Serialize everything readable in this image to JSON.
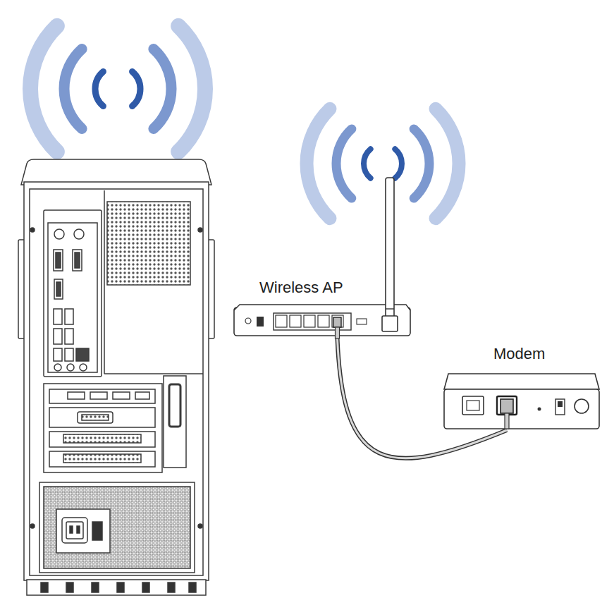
{
  "diagram": {
    "nodes": [
      {
        "text": [
          "Wireless AP"
        ]
      },
      {
        "text": [
          "Modem"
        ]
      }
    ],
    "edges": [
      {
        "from": 0,
        "to": 1,
        "arrow": "none"
      }
    ]
  }
}
